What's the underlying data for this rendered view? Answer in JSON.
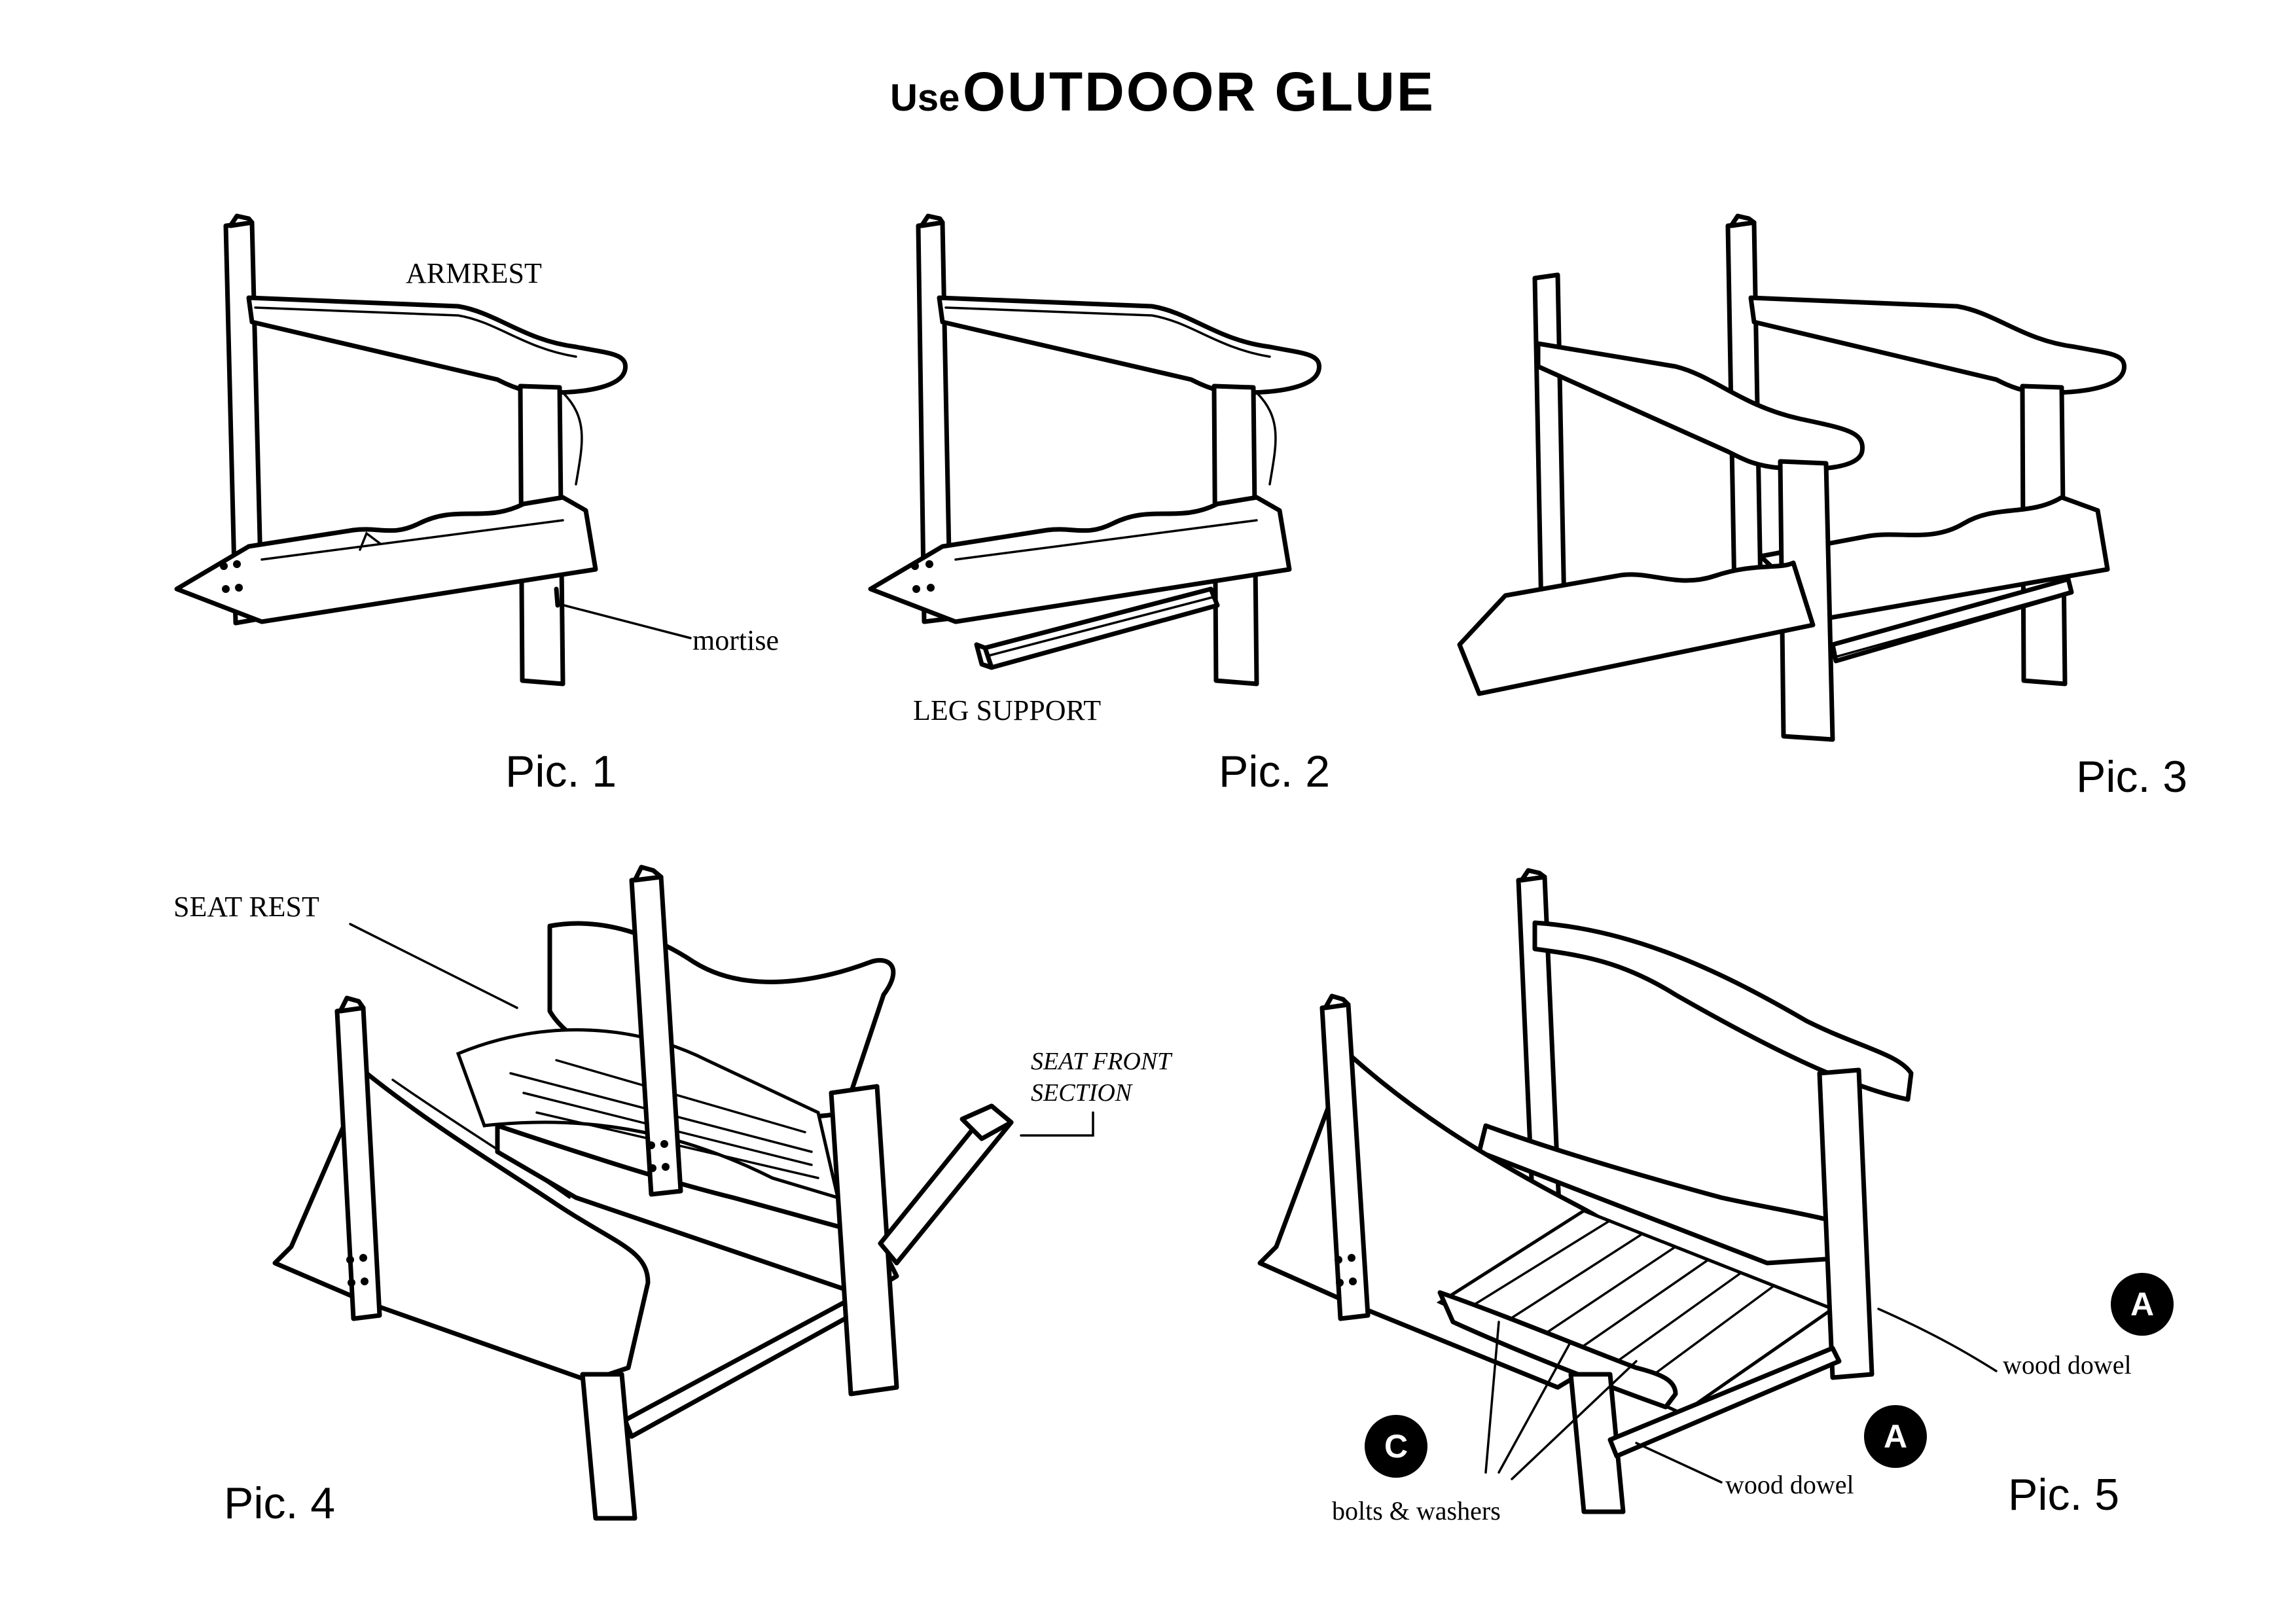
{
  "title": {
    "prefix": "Use",
    "main": "OUTDOOR  GLUE"
  },
  "labels": {
    "armrest": "ARMREST",
    "mortise": "mortise",
    "leg_support": "LEG SUPPORT",
    "seat_rest": "SEAT REST",
    "seat_front_section_1": "SEAT FRONT",
    "seat_front_section_2": "SECTION",
    "bolts_washers": "bolts & washers",
    "wood_dowel_1": "wood dowel",
    "wood_dowel_2": "wood dowel"
  },
  "pictures": {
    "pic1": "Pic. 1",
    "pic2": "Pic. 2",
    "pic3": "Pic. 3",
    "pic4": "Pic. 4",
    "pic5": "Pic. 5"
  },
  "badges": {
    "c": "C",
    "a1": "A",
    "a2": "A"
  }
}
